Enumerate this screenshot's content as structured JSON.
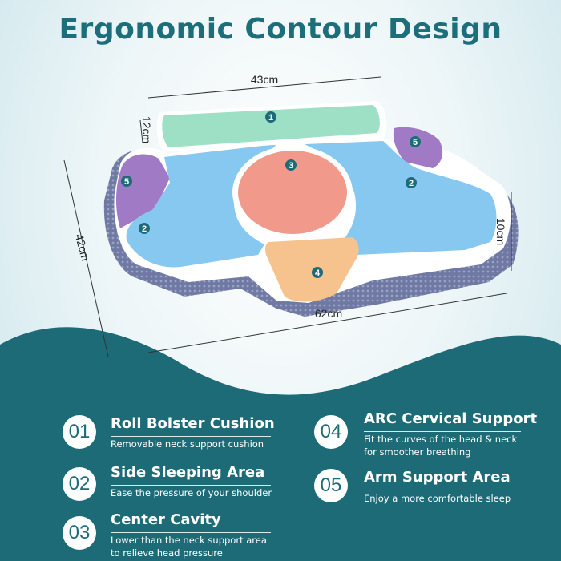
{
  "header": {
    "title": "Ergonomic Contour Design"
  },
  "dimensions": {
    "width_top": "43cm",
    "bolster_height": "12cm",
    "depth_left": "42cm",
    "height_right": "10cm",
    "width_bottom": "62cm"
  },
  "zones": {
    "bolster": "1",
    "side_left": "2",
    "side_right": "2",
    "center": "3",
    "arc": "4",
    "arm_left": "5",
    "arm_right": "5"
  },
  "colors": {
    "title": "#1b6e7a",
    "wave": "#1c6b77",
    "bolster": "#9ee0c6",
    "side": "#86c8ef",
    "center": "#f19a8b",
    "arc": "#f6c38e",
    "arm": "#a07ac4",
    "mesh": "#6e78a0"
  },
  "features": [
    {
      "number": "01",
      "title": "Roll Bolster Cushion",
      "desc": [
        "Removable neck support cushion"
      ]
    },
    {
      "number": "02",
      "title": "Side Sleeping Area",
      "desc": [
        "Ease the pressure of your shoulder"
      ]
    },
    {
      "number": "03",
      "title": "Center Cavity",
      "desc": [
        "Lower than the neck support area",
        "to relieve head pressure"
      ]
    },
    {
      "number": "04",
      "title": "ARC Cervical Support",
      "desc": [
        "Fit the curves of the head & neck",
        "for smoother breathing"
      ]
    },
    {
      "number": "05",
      "title": "Arm Support Area",
      "desc": [
        "Enjoy a more comfortable sleep"
      ]
    }
  ]
}
